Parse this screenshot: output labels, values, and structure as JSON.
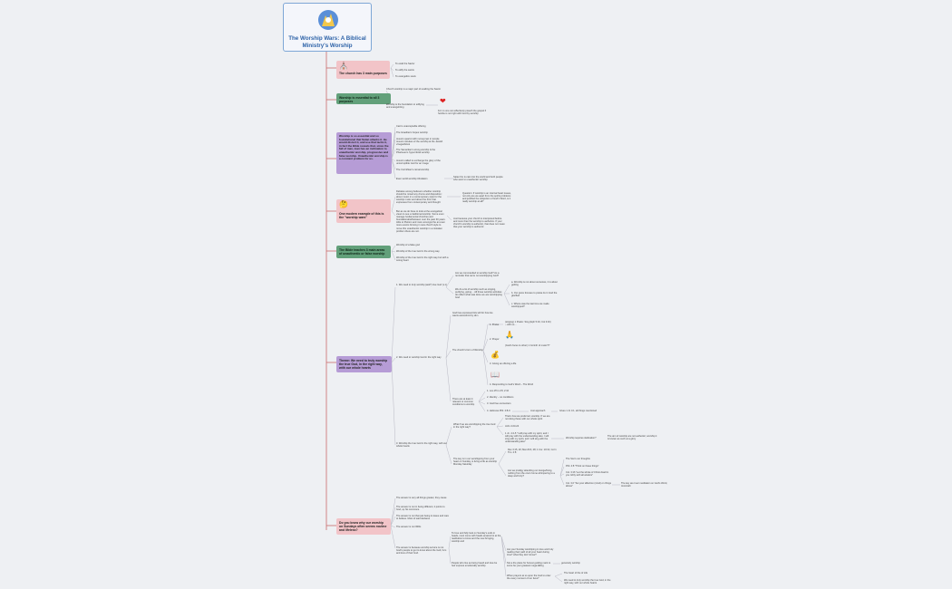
{
  "root": {
    "title": "The Worship Wars: A Biblical Ministry's Worship",
    "logo_icon": "worship-hands-logo"
  },
  "colors": {
    "spine": "#c96b6b",
    "branch_pink": "#f2c4c8",
    "branch_green": "#62a07a",
    "branch_purple": "#b69cd6",
    "root_border": "#7ea7d6",
    "root_title": "#2e63a8"
  },
  "branches": {
    "b1": {
      "label": "The church has 3 main purposes",
      "items": [
        "To exalt the Savior",
        "To edify the saints",
        "To evangelize souls"
      ]
    },
    "b2": {
      "label": "Worship is essential to all 3 purposes",
      "items": [
        "Church worship is a major part of exalting the Savior",
        "Worship is the foundation to edifying and evangelizing"
      ],
      "note": "For no one can effectively preach the gospel if he/she is not right with God by worship"
    },
    "b3": {
      "label": "Worship is so essential and so foundational that Satan attacks it. He would distort it, and use that tactic it, in fact the Bible reveals that, since the fall of man, man has an inclination to unauthentic worship, progressive and false worship. Unauthentic worship is a constant problem for us.",
      "items": [
        "Cain's unacceptable offering",
        "The Israelites's hopes worship",
        "Jesus's quarrel with moneyman in temple Jesus's rebukes of the worship at the Jewish vinegar/Ezek",
        "The Samaritan's wrong worship & the Pharisees's hypocritical worship",
        "Jesus's called to exchange the glory of the uncorruptible God for an image",
        "The Corinthian's carnal worship",
        "Even world worship tribulation"
      ],
      "note": "Satan fire is cast into the world and both people who went to unauthentic worship"
    },
    "b4": {
      "label": "One modern example of this is the \"worship wars\"",
      "items": [
        "Debates among believers whether worship should be mixed any drums and disposition: about music or a contemporary style for the worship music and about the form that expresses from contemporary and thought",
        "But as we do have to look at the evangelical views to see a traditional worship. Some even manage fundamental churches and foundationalist/between over the past 30 years. Able to Pietism and more amongst the an even more events forming in new church style to move this unauthentic worship in a mistaken problem there are not."
      ],
      "notes": [
        "Question: If worship is an internal heart issues, not only are we apart from the spirits problems and justified the subjection of God's Word, is it really worship at all?",
        "Just because your church is interpreted before and more than the worship to authorize. If your church's worship is authentic, that does not mean that your worship is authentic"
      ]
    },
    "b5": {
      "label": "The Bible teaches 3 main areas of unauthentic or false worship",
      "items": [
        "Worship of a false god",
        "Worship of the true God in the wrong way",
        "Worship of the true God in the right way but with a wrong heart"
      ]
    },
    "b6": {
      "label": "Theme: We need to truly worship the true God, in the right way, with our whole hearts",
      "s1": {
        "label": "1. We need to truly worship (ask?) true God (v.1)",
        "q1": "Are we commanded to worship God? As a reminder that we're not worshipping God?",
        "q2": "We do a lot of worship such as singing, purifying, giving… All those worship activities do reflect what was done we are worshipping God",
        "q2_items": [
          "a. Worship is not about ourselves, it is about getting",
          "b. Our gives focuses to praise its in God the glorified",
          "c. Where was the last time we made worshipped?"
        ]
      },
      "s2": {
        "label": "2. We need to worship God in the right way",
        "a": "God has expressed His will for how He wants are/submit by Him",
        "b": "The church's form of Worship",
        "f_items": [
          "1. Praise",
          "2. Prayer",
          "3. Giving an offering a life",
          "4. Responding to God's Word – The Word"
        ],
        "praise_note": "(singing) 1 Psalm: Sing (Eph 5:19, Col 3:16) – with us…",
        "prayer_note": "(God's focus to other) 1 Corinth of music??",
        "c": "There are at least 4 relevant or common conditions to worship",
        "c_items": [
          "1. Lev.1Tim 2:8, 2:10",
          "2. Identity – no conditions",
          "3. God free encounters",
          "4. Hebrews Phil. 2:8-9"
        ],
        "chain": [
          "Just approach",
          "Gives 1 Jn 4:1, all things mentioned"
        ]
      },
      "s3": {
        "label": "3. Worship the true God in the right way, with our whole hearts",
        "q1": "What if we are worshipping the true God in the right way?",
        "q1_items": [
          "That's how we preferred, worship. If we are not doing these with our whole spirit",
          "John 4:23-24",
          "1 Jn. 4:4-5 \"I will pray with my spirit, and I will pray with the understanding also. I will sing with my spirit, and I will sing with the understanding also\""
        ],
        "q1_chain": [
          "Worship requires dedication?",
          "The aim of worship are not authentic; worship it is known as such at a glory"
        ],
        "q2": "The key is in our worshipping from your heart on Sunday, is living a life as worship Monday-Saturday",
        "q2_items": [
          "Rev 3:15, 20; Mat 23:6, 28; 1 Cor. 10:31; Col 1 Tim. 2:8",
          "Are we prodigy attending our lounge/living, nothing from the one's home whimpering to a deep and forty?"
        ],
        "q2_sub": [
          "The Son's our thoughts",
          "Phil. 4:8 \"Think on these things\"",
          "Col. 3:16 \"Let the whole of Christ dwell in you richly with all wisdom\"",
          "Col. 3:2 \"Set your affection (mind) on things above\""
        ],
        "q2_note": "The key are truer meditation on God's Word, Jeremiah"
      }
    },
    "b7": {
      "label": "Do you know why our worship on Sundays often seems routine and lifeless?",
      "items": [
        "The answer is very all things greater, they cause",
        "The answer is not in being different, it points to God, up his commons.",
        "The answer is not that just being to leave and care to believe. Most of said declares",
        "The answer is not Willis",
        "The answer is because worship service is not God's people to get to know about the God, he's and love of their God."
      ],
      "answer_items": [
        "To love and fully look on Sunday's ends in heads, must come with heads amazed to at the realization to know and the new bringing, worship and",
        "People who live as being heard and love be heir express emotionally worship"
      ],
      "final": [
        "Are your Sunday worshiping in love and truly reading their path of all your heart during time? what they don't know?",
        "Not a the place for honest guiding mark to some be your greatest mega-falling",
        "When prayers at so upon the God to enter the every moment of our lives?"
      ],
      "final_chain": "genuinely worship",
      "last": [
        "The heart of the of Life",
        "We need to truly worship the true God, in the right way, with our whole hearts"
      ]
    }
  }
}
